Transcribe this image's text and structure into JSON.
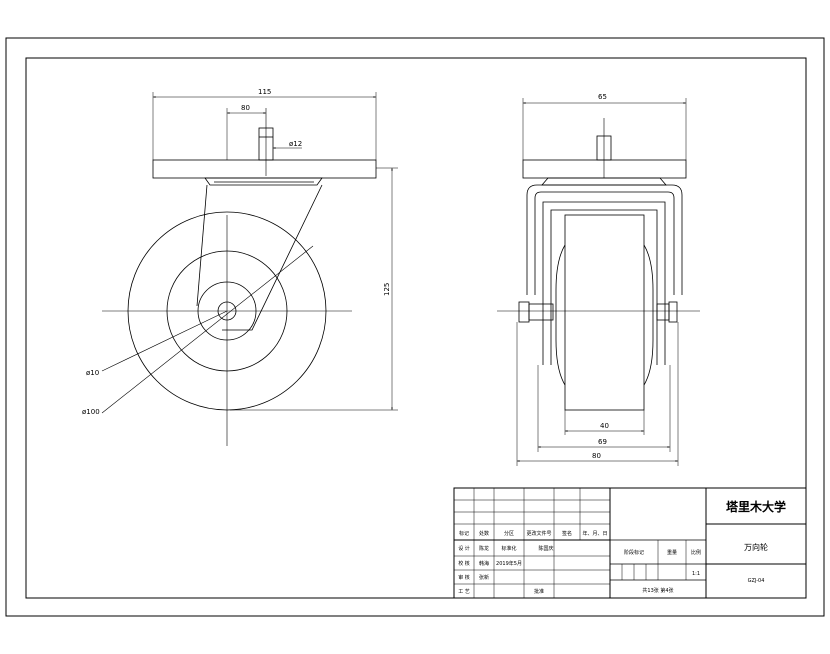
{
  "drawing": {
    "front_view": {
      "dims": {
        "overall_width": "115",
        "stem_offset": "80",
        "stem_diameter": "ø12",
        "height": "125",
        "hub_diameter": "ø10",
        "wheel_diameter": "ø100"
      }
    },
    "side_view": {
      "dims": {
        "plate_width": "65",
        "tread_width": "40",
        "fork_inner": "69",
        "axle_length": "80"
      }
    },
    "title_block": {
      "school": "塔里木大学",
      "part_name": "万向轮",
      "drawing_no": "GZJ-04",
      "scale_label": "比例",
      "scale_value": "1:1",
      "stage_mark": "阶段标记",
      "weight": "重量",
      "sheet_info": "共13张  第4张",
      "header_row": [
        "标记",
        "处数",
        "分区",
        "更改文件号",
        "签名",
        "年、月、日"
      ],
      "rows": [
        {
          "role": "设 计",
          "name": "陈龙",
          "extra1": "标准化",
          "extra2": "陈国庆"
        },
        {
          "role": "校 核",
          "name": "韩海",
          "extra1": "2019年5月",
          "extra2": ""
        },
        {
          "role": "审 核",
          "name": "张新",
          "extra1": "",
          "extra2": ""
        },
        {
          "role": "工 艺",
          "name": "",
          "extra1": "批准",
          "extra2": ""
        }
      ]
    }
  }
}
